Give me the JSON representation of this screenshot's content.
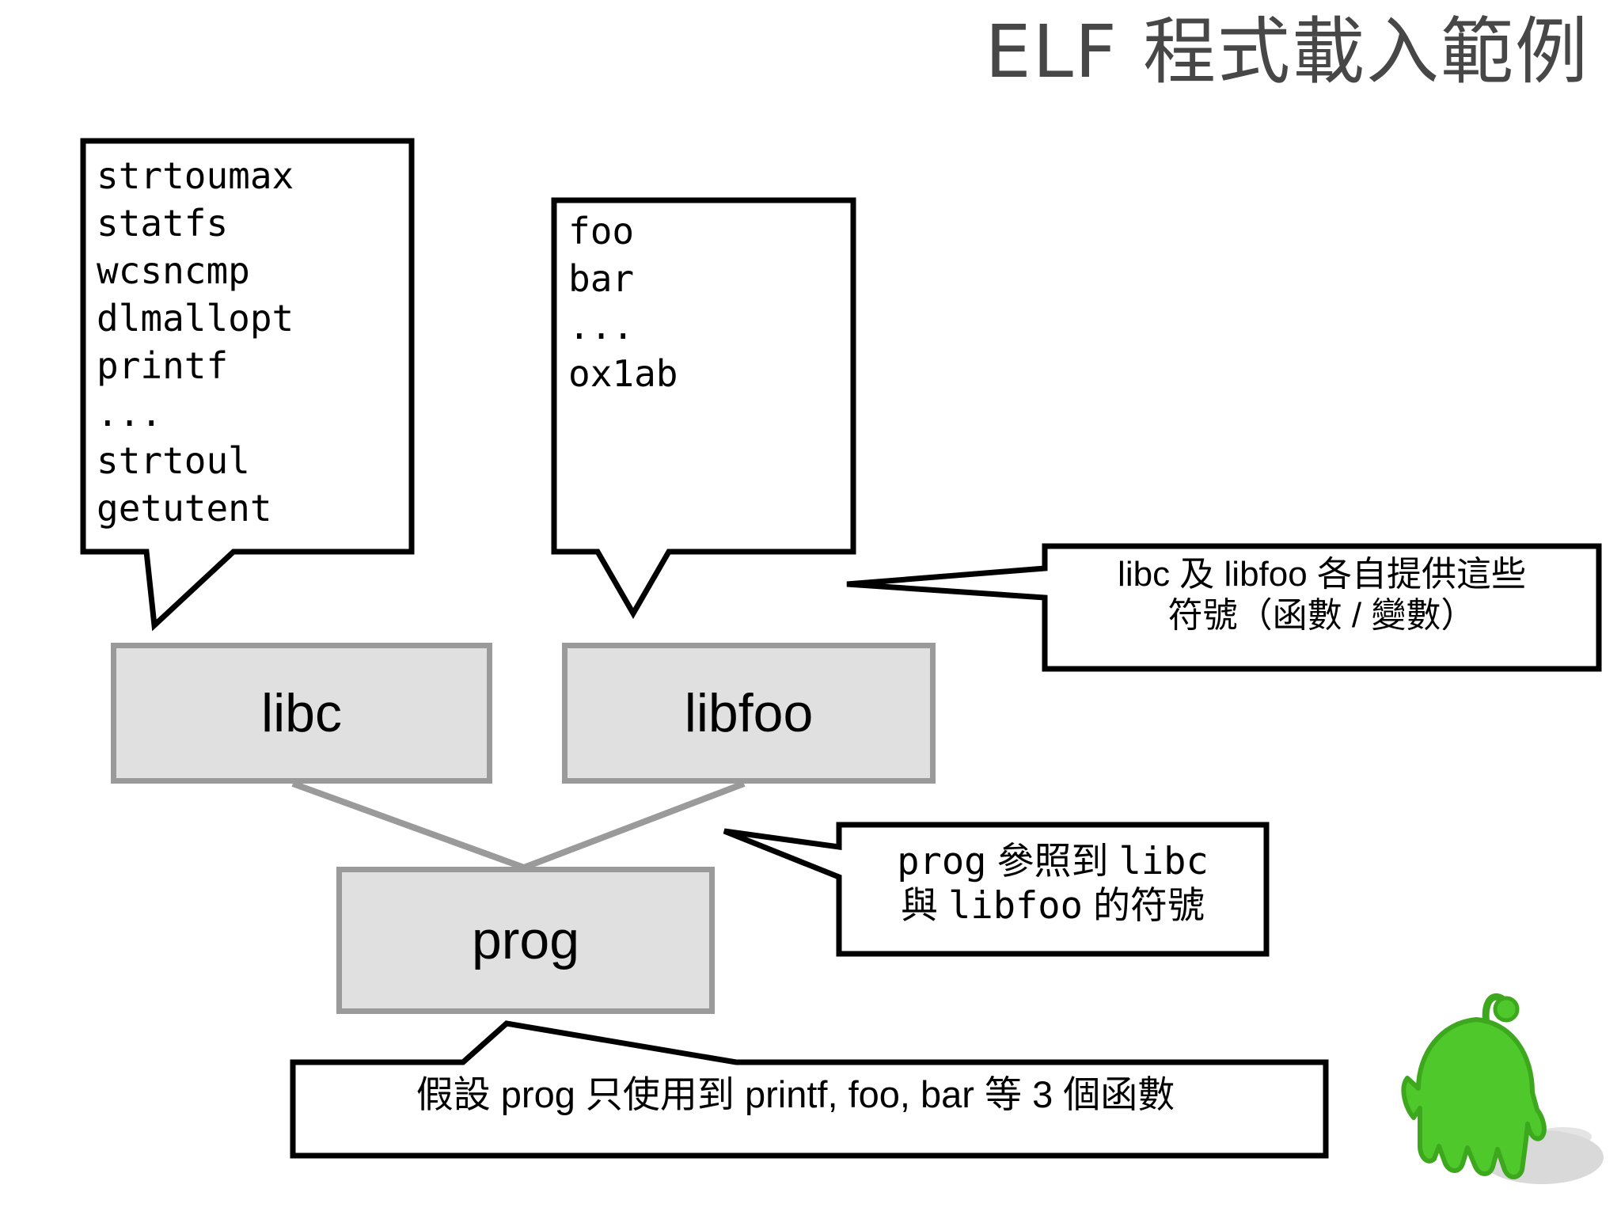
{
  "slide": {
    "title": "ELF 程式載入範例",
    "background_color": "#ffffff",
    "title_color": "#474747"
  },
  "symbol_boxes": [
    {
      "name": "libc-symbol-list",
      "symbols_text": "strtoumax\nstatfs\nwcsncmp\ndlmallopt\nprintf\n...\nstrtoul\ngetutent",
      "symbols": [
        "strtoumax",
        "statfs",
        "wcsncmp",
        "dlmallopt",
        "printf",
        "...",
        "strtoul",
        "getutent"
      ]
    },
    {
      "name": "libfoo-symbol-list",
      "symbols_text": "foo\nbar\n...\nox1ab",
      "symbols": [
        "foo",
        "bar",
        "...",
        "ox1ab"
      ]
    }
  ],
  "modules": [
    {
      "id": "libc",
      "label": "libc",
      "fill": "#e0e0e0",
      "stroke": "#9a9a9a"
    },
    {
      "id": "libfoo",
      "label": "libfoo",
      "fill": "#e0e0e0",
      "stroke": "#9a9a9a"
    },
    {
      "id": "prog",
      "label": "prog",
      "fill": "#e0e0e0",
      "stroke": "#9a9a9a"
    }
  ],
  "callouts": {
    "libs_provide": {
      "line1_a": "libc",
      "line1_b": " 及 ",
      "line1_c": "libfoo",
      "line1_d": " 各自提供這些",
      "line2": "符號（函數 / 變數）",
      "full_text": "libc 及 libfoo 各自提供這些符號（函數 / 變數）"
    },
    "prog_refs": {
      "line1_a": "prog",
      "line1_b": " 參照到 ",
      "line1_c": "libc",
      "line2_a": "與 ",
      "line2_b": "libfoo",
      "line2_c": " 的符號",
      "full_text": "prog 參照到 libc 與 libfoo 的符號"
    },
    "assumption": {
      "text": "假設 prog 只使用到 printf, foo, bar 等 3 個函數"
    }
  },
  "mascot": {
    "name": "green-blob-mascot",
    "body_color": "#4ec82a",
    "edge_color": "#3da81e",
    "shadow_color": "#c9c9c9"
  }
}
